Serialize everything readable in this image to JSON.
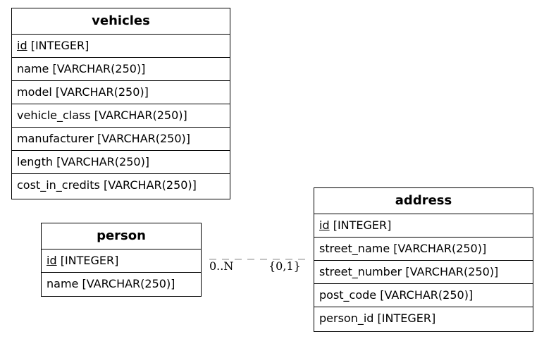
{
  "entities": {
    "vehicles": {
      "title": "vehicles",
      "rows": [
        {
          "name": "id",
          "type": " [INTEGER]",
          "pk": true
        },
        {
          "name": "name",
          "type": " [VARCHAR(250)]"
        },
        {
          "name": "model",
          "type": " [VARCHAR(250)]"
        },
        {
          "name": "vehicle_class",
          "type": " [VARCHAR(250)]"
        },
        {
          "name": "manufacturer",
          "type": " [VARCHAR(250)]"
        },
        {
          "name": "length",
          "type": " [VARCHAR(250)]"
        },
        {
          "name": "cost_in_credits",
          "type": " [VARCHAR(250)]"
        }
      ]
    },
    "person": {
      "title": "person",
      "rows": [
        {
          "name": "id",
          "type": " [INTEGER]",
          "pk": true
        },
        {
          "name": "name",
          "type": " [VARCHAR(250)]"
        }
      ]
    },
    "address": {
      "title": "address",
      "rows": [
        {
          "name": "id",
          "type": " [INTEGER]",
          "pk": true
        },
        {
          "name": "street_name",
          "type": " [VARCHAR(250)]"
        },
        {
          "name": "street_number",
          "type": " [VARCHAR(250)]"
        },
        {
          "name": "post_code",
          "type": " [VARCHAR(250)]"
        },
        {
          "name": "person_id",
          "type": " [INTEGER]"
        }
      ]
    }
  },
  "relationship": {
    "from": "person",
    "to": "address",
    "from_cardinality": "0..N",
    "to_cardinality": "{0,1}",
    "line_style": "dashed",
    "line_color": "#888888"
  }
}
